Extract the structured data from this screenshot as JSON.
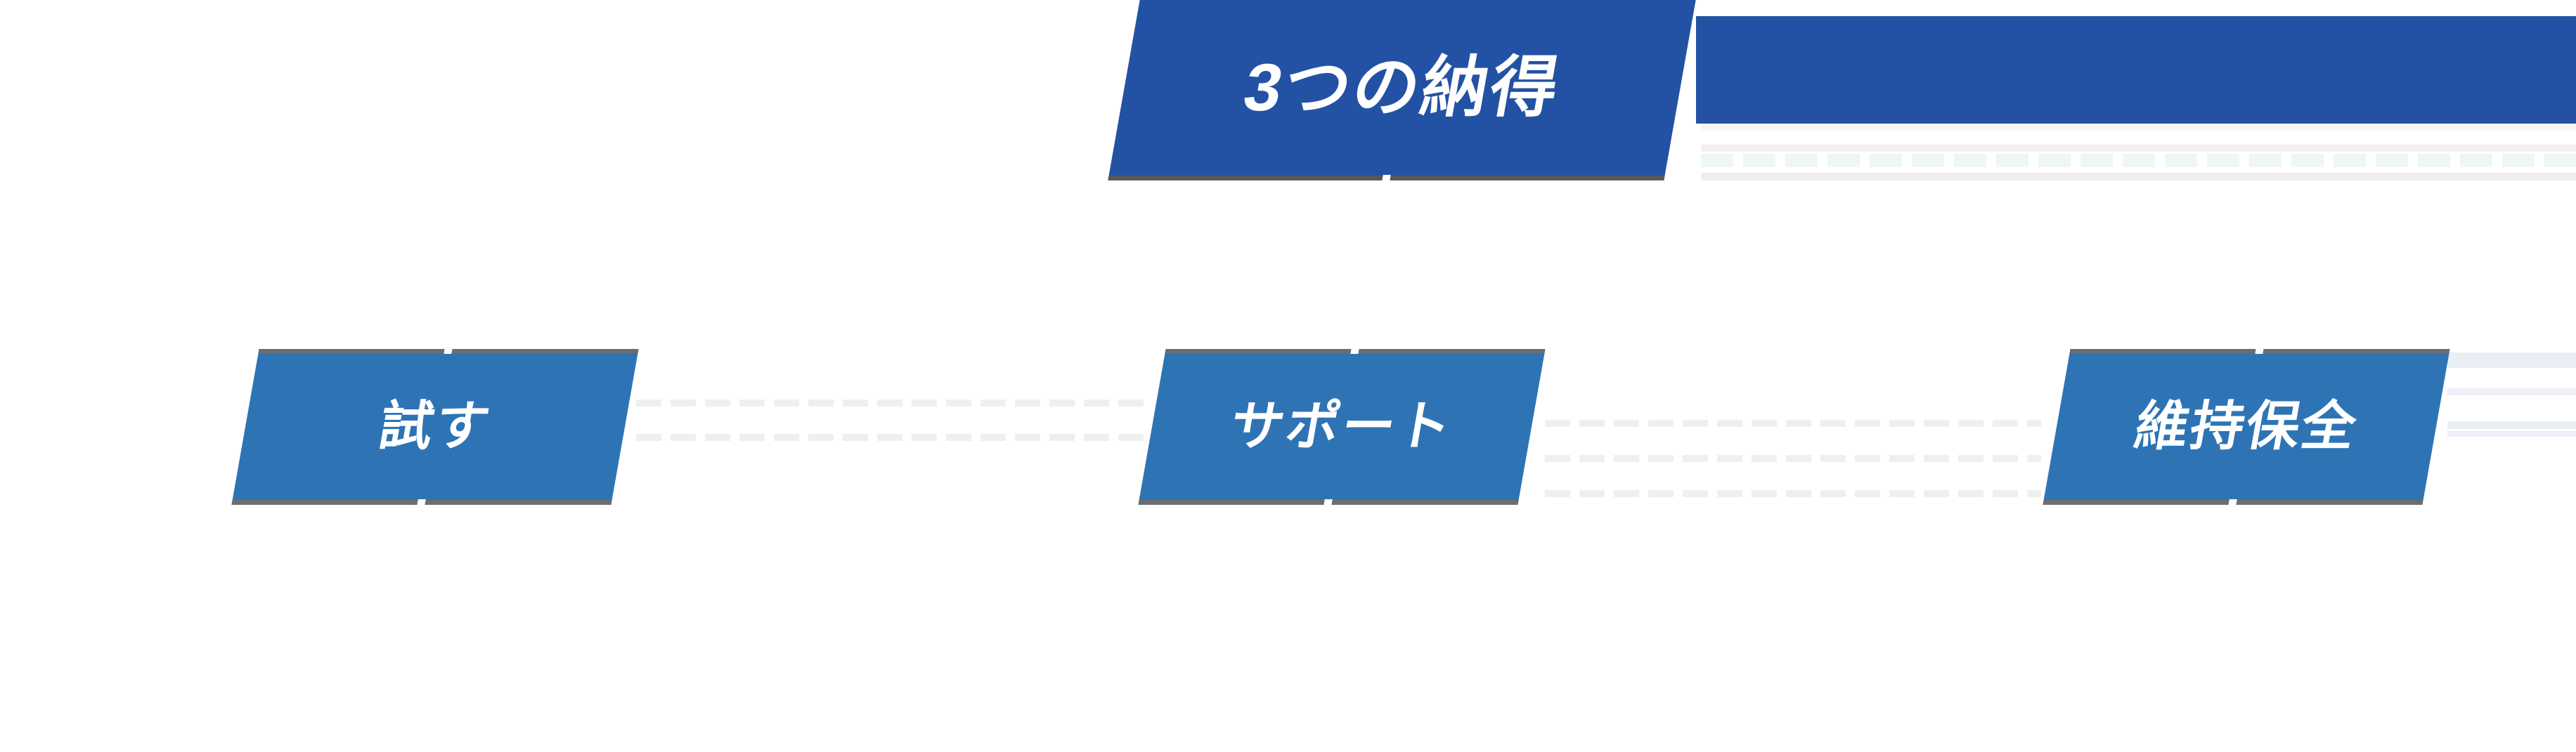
{
  "diagram": {
    "title": {
      "label": "3つの納得"
    },
    "steps": [
      {
        "label": "試す"
      },
      {
        "label": "サポート"
      },
      {
        "label": "維持保全"
      }
    ]
  },
  "colors": {
    "navy": "#2352a4",
    "step-blue": "#2e74b5",
    "edge-gray": "#6c6d6f",
    "edge-gray-dark": "#55585e",
    "label-white": "#ffffff"
  }
}
